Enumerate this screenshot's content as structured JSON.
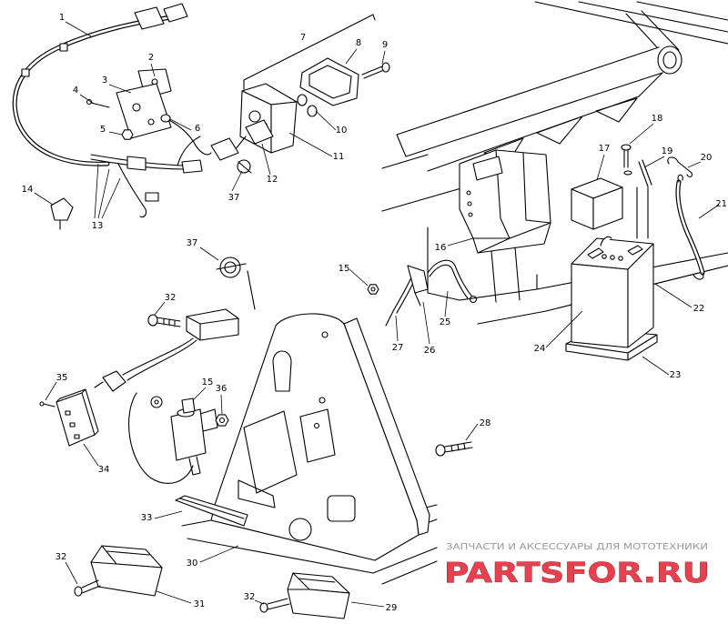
{
  "callouts": [
    "1",
    "2",
    "3",
    "4",
    "5",
    "6",
    "7",
    "8",
    "9",
    "10",
    "11",
    "12",
    "13",
    "14",
    "15",
    "16",
    "17",
    "18",
    "19",
    "20",
    "21",
    "22",
    "23",
    "24",
    "25",
    "26",
    "27",
    "28",
    "29",
    "30",
    "31",
    "32",
    "32",
    "32",
    "33",
    "34",
    "35",
    "36",
    "37",
    "37",
    "15"
  ],
  "watermark": {
    "tagline": "ЗАПЧАСТИ И АКСЕССУАРЫ ДЛЯ МОТОТЕХНИКИ",
    "logo": "PARTSFOR.RU"
  },
  "colors": {
    "line": "#000000",
    "background": "#ffffff",
    "tagline": "#9a9a9a",
    "logo": "#e8404f"
  }
}
